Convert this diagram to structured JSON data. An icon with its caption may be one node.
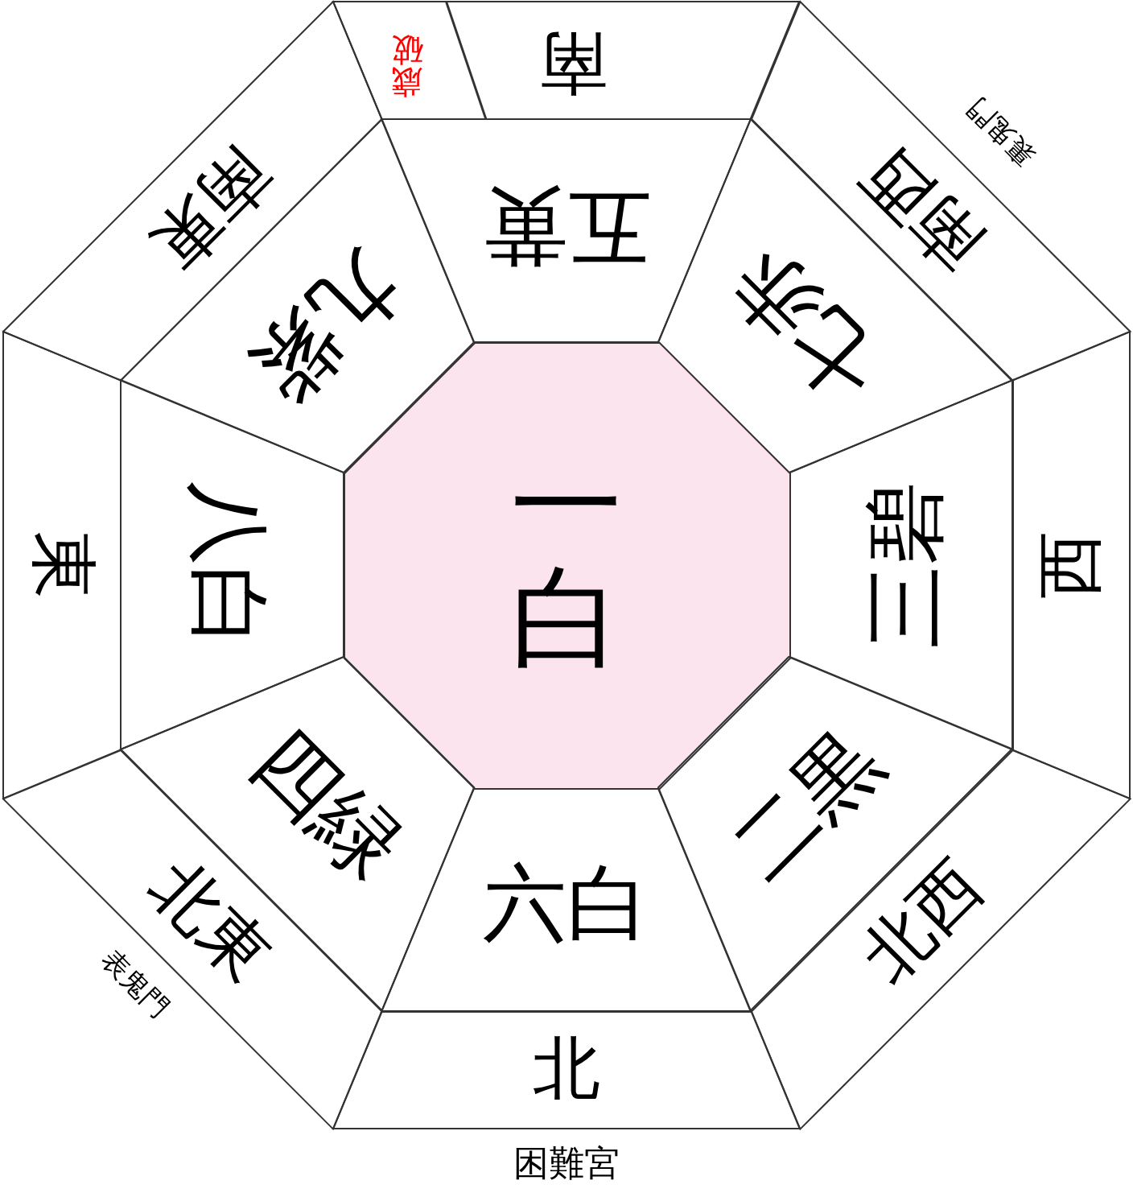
{
  "diagram": {
    "nodes": [
      {
        "text": [
          "歳破"
        ]
      },
      {
        "text": [
          "南"
        ]
      },
      {
        "text": [
          "南東"
        ]
      },
      {
        "text": [
          "南西"
        ],
        "beside": [
          "裏鬼門"
        ]
      },
      {
        "text": [
          "五黄"
        ]
      },
      {
        "text": [
          "九紫"
        ]
      },
      {
        "text": [
          "七赤"
        ]
      },
      {
        "text": [
          "東"
        ]
      },
      {
        "text": [
          "八白"
        ]
      },
      {
        "text": [
          "一白"
        ]
      },
      {
        "text": [
          "三碧"
        ]
      },
      {
        "text": [
          "西"
        ]
      },
      {
        "text": [
          "四緑"
        ]
      },
      {
        "text": [
          "二黒"
        ]
      },
      {
        "text": [
          "北東"
        ],
        "beside": [
          "表鬼門"
        ]
      },
      {
        "text": [
          "北西"
        ]
      },
      {
        "text": [
          "六白"
        ]
      },
      {
        "text": [
          "北"
        ],
        "beside": [
          "困難宮"
        ]
      }
    ]
  }
}
